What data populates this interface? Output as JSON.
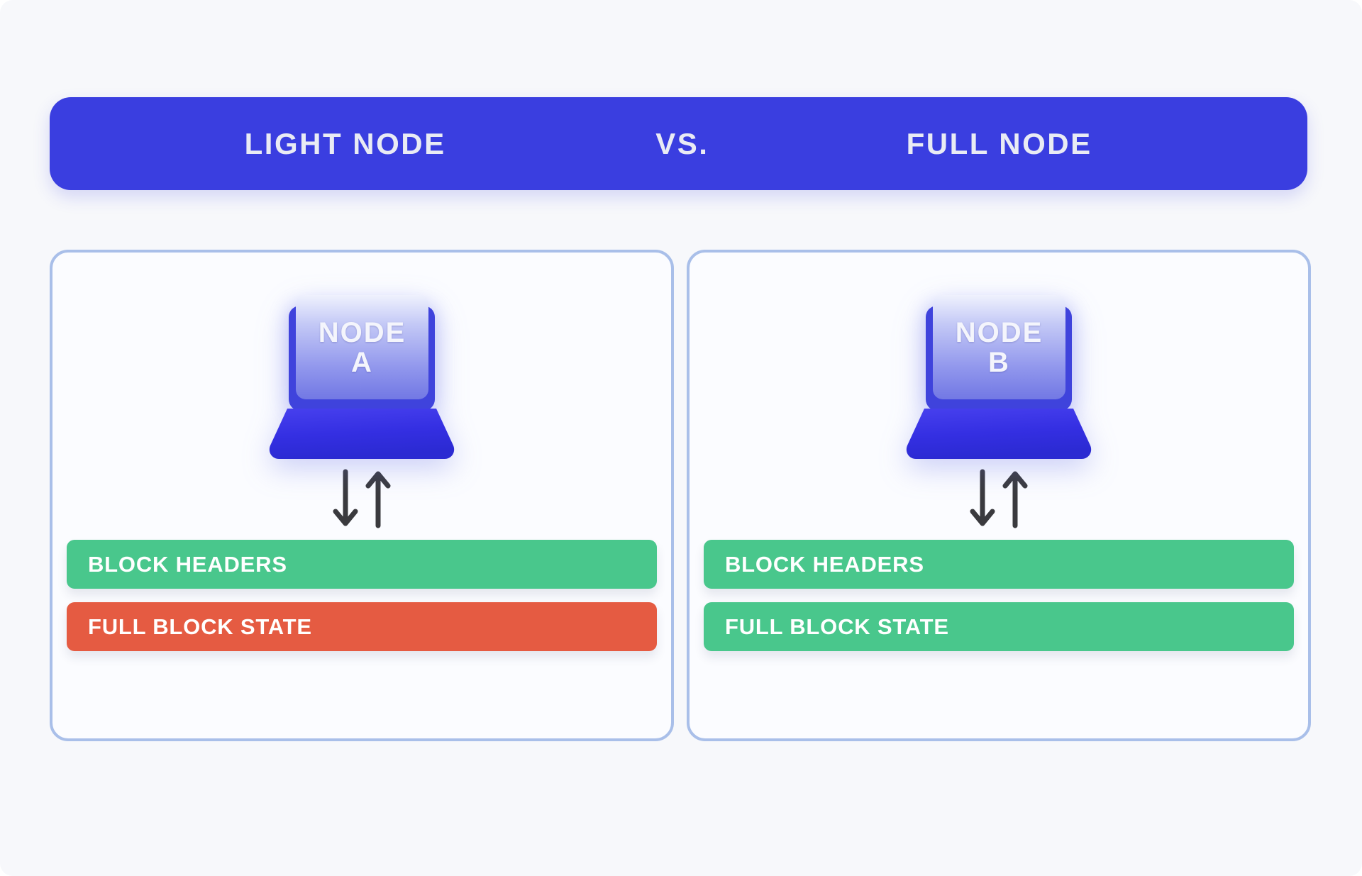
{
  "header": {
    "left_label": "LIGHT NODE",
    "middle_label": "VS.",
    "right_label": "FULL NODE"
  },
  "panels": [
    {
      "id": "light-node",
      "node_line1": "NODE",
      "node_line2": "A",
      "bars": [
        {
          "label": "BLOCK HEADERS",
          "color": "#49C78C"
        },
        {
          "label": "FULL BLOCK STATE",
          "color": "#E55B42"
        }
      ]
    },
    {
      "id": "full-node",
      "node_line1": "NODE",
      "node_line2": "B",
      "bars": [
        {
          "label": "BLOCK HEADERS",
          "color": "#49C78C"
        },
        {
          "label": "FULL BLOCK STATE",
          "color": "#49C78C"
        }
      ]
    }
  ],
  "colors": {
    "header_bg": "#3A3EE0",
    "panel_border": "#A9BFE9",
    "page_bg": "#F7F8FB",
    "green": "#49C78C",
    "red": "#E55B42",
    "laptop_blue": "#3F43DC",
    "arrow": "#3A3A3E"
  }
}
